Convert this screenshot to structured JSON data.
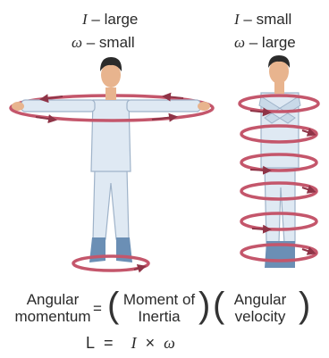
{
  "left_figure": {
    "inertia_symbol": "I",
    "inertia_text": "– large",
    "omega_symbol": "ω",
    "omega_text": "– small"
  },
  "right_figure": {
    "inertia_symbol": "I",
    "inertia_text": "– small",
    "omega_symbol": "ω",
    "omega_text": "– large"
  },
  "equation": {
    "lhs_line1": "Angular",
    "lhs_line2": "momentum",
    "equals": "=",
    "term1_line1": "Moment of",
    "term1_line2": "Inertia",
    "term2_line1": "Angular",
    "term2_line2": "velocity"
  },
  "formula": {
    "L": "L",
    "eq": "=",
    "I": "I",
    "times": "×",
    "omega": "ω"
  },
  "colors": {
    "ring": "#c4566b",
    "ring_dark": "#8f3447",
    "shirt": "#dfe9f3",
    "shirt_shade": "#9fb3c9",
    "skin": "#e8b48e",
    "hair": "#2b2b2b",
    "shoe": "#6b8fb5"
  }
}
